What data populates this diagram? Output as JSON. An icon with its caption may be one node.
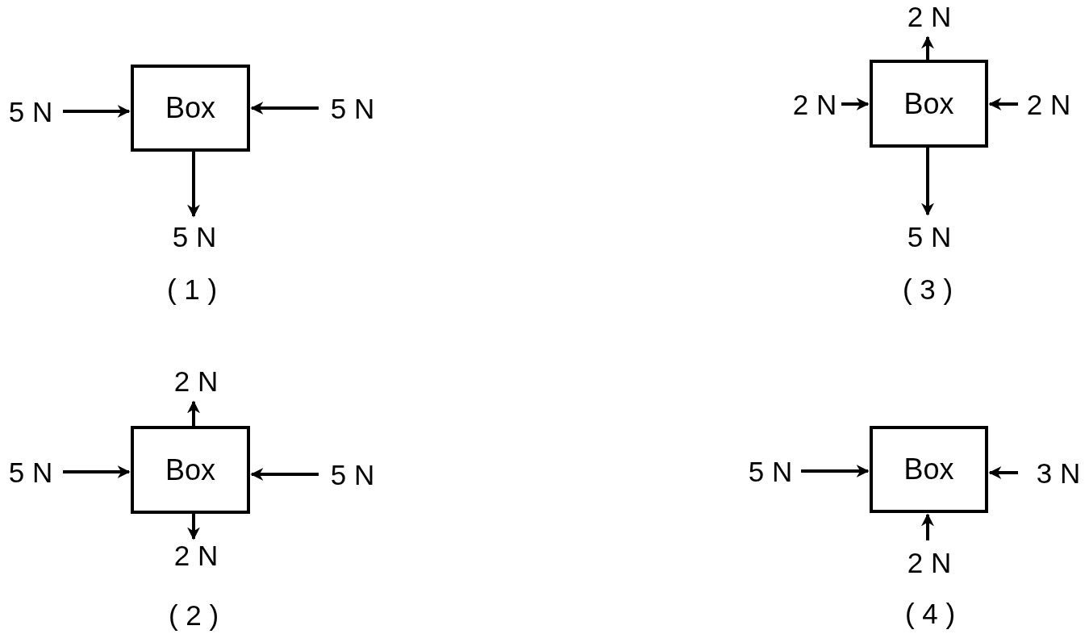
{
  "diagram": {
    "nodes": [
      {
        "text": [
          "Box"
        ]
      },
      {
        "text": [
          "Box"
        ]
      },
      {
        "text": [
          "Box"
        ]
      },
      {
        "text": [
          "Box"
        ]
      }
    ],
    "labels": [
      "5 N",
      "5 N",
      "5 N",
      "( 1 )",
      "2 N",
      "2 N",
      "2 N",
      "5 N",
      "( 3 )",
      "2 N",
      "5 N",
      "5 N",
      "2 N",
      "( 2 )",
      "5 N",
      "3 N",
      "2 N",
      "( 4 )"
    ]
  }
}
